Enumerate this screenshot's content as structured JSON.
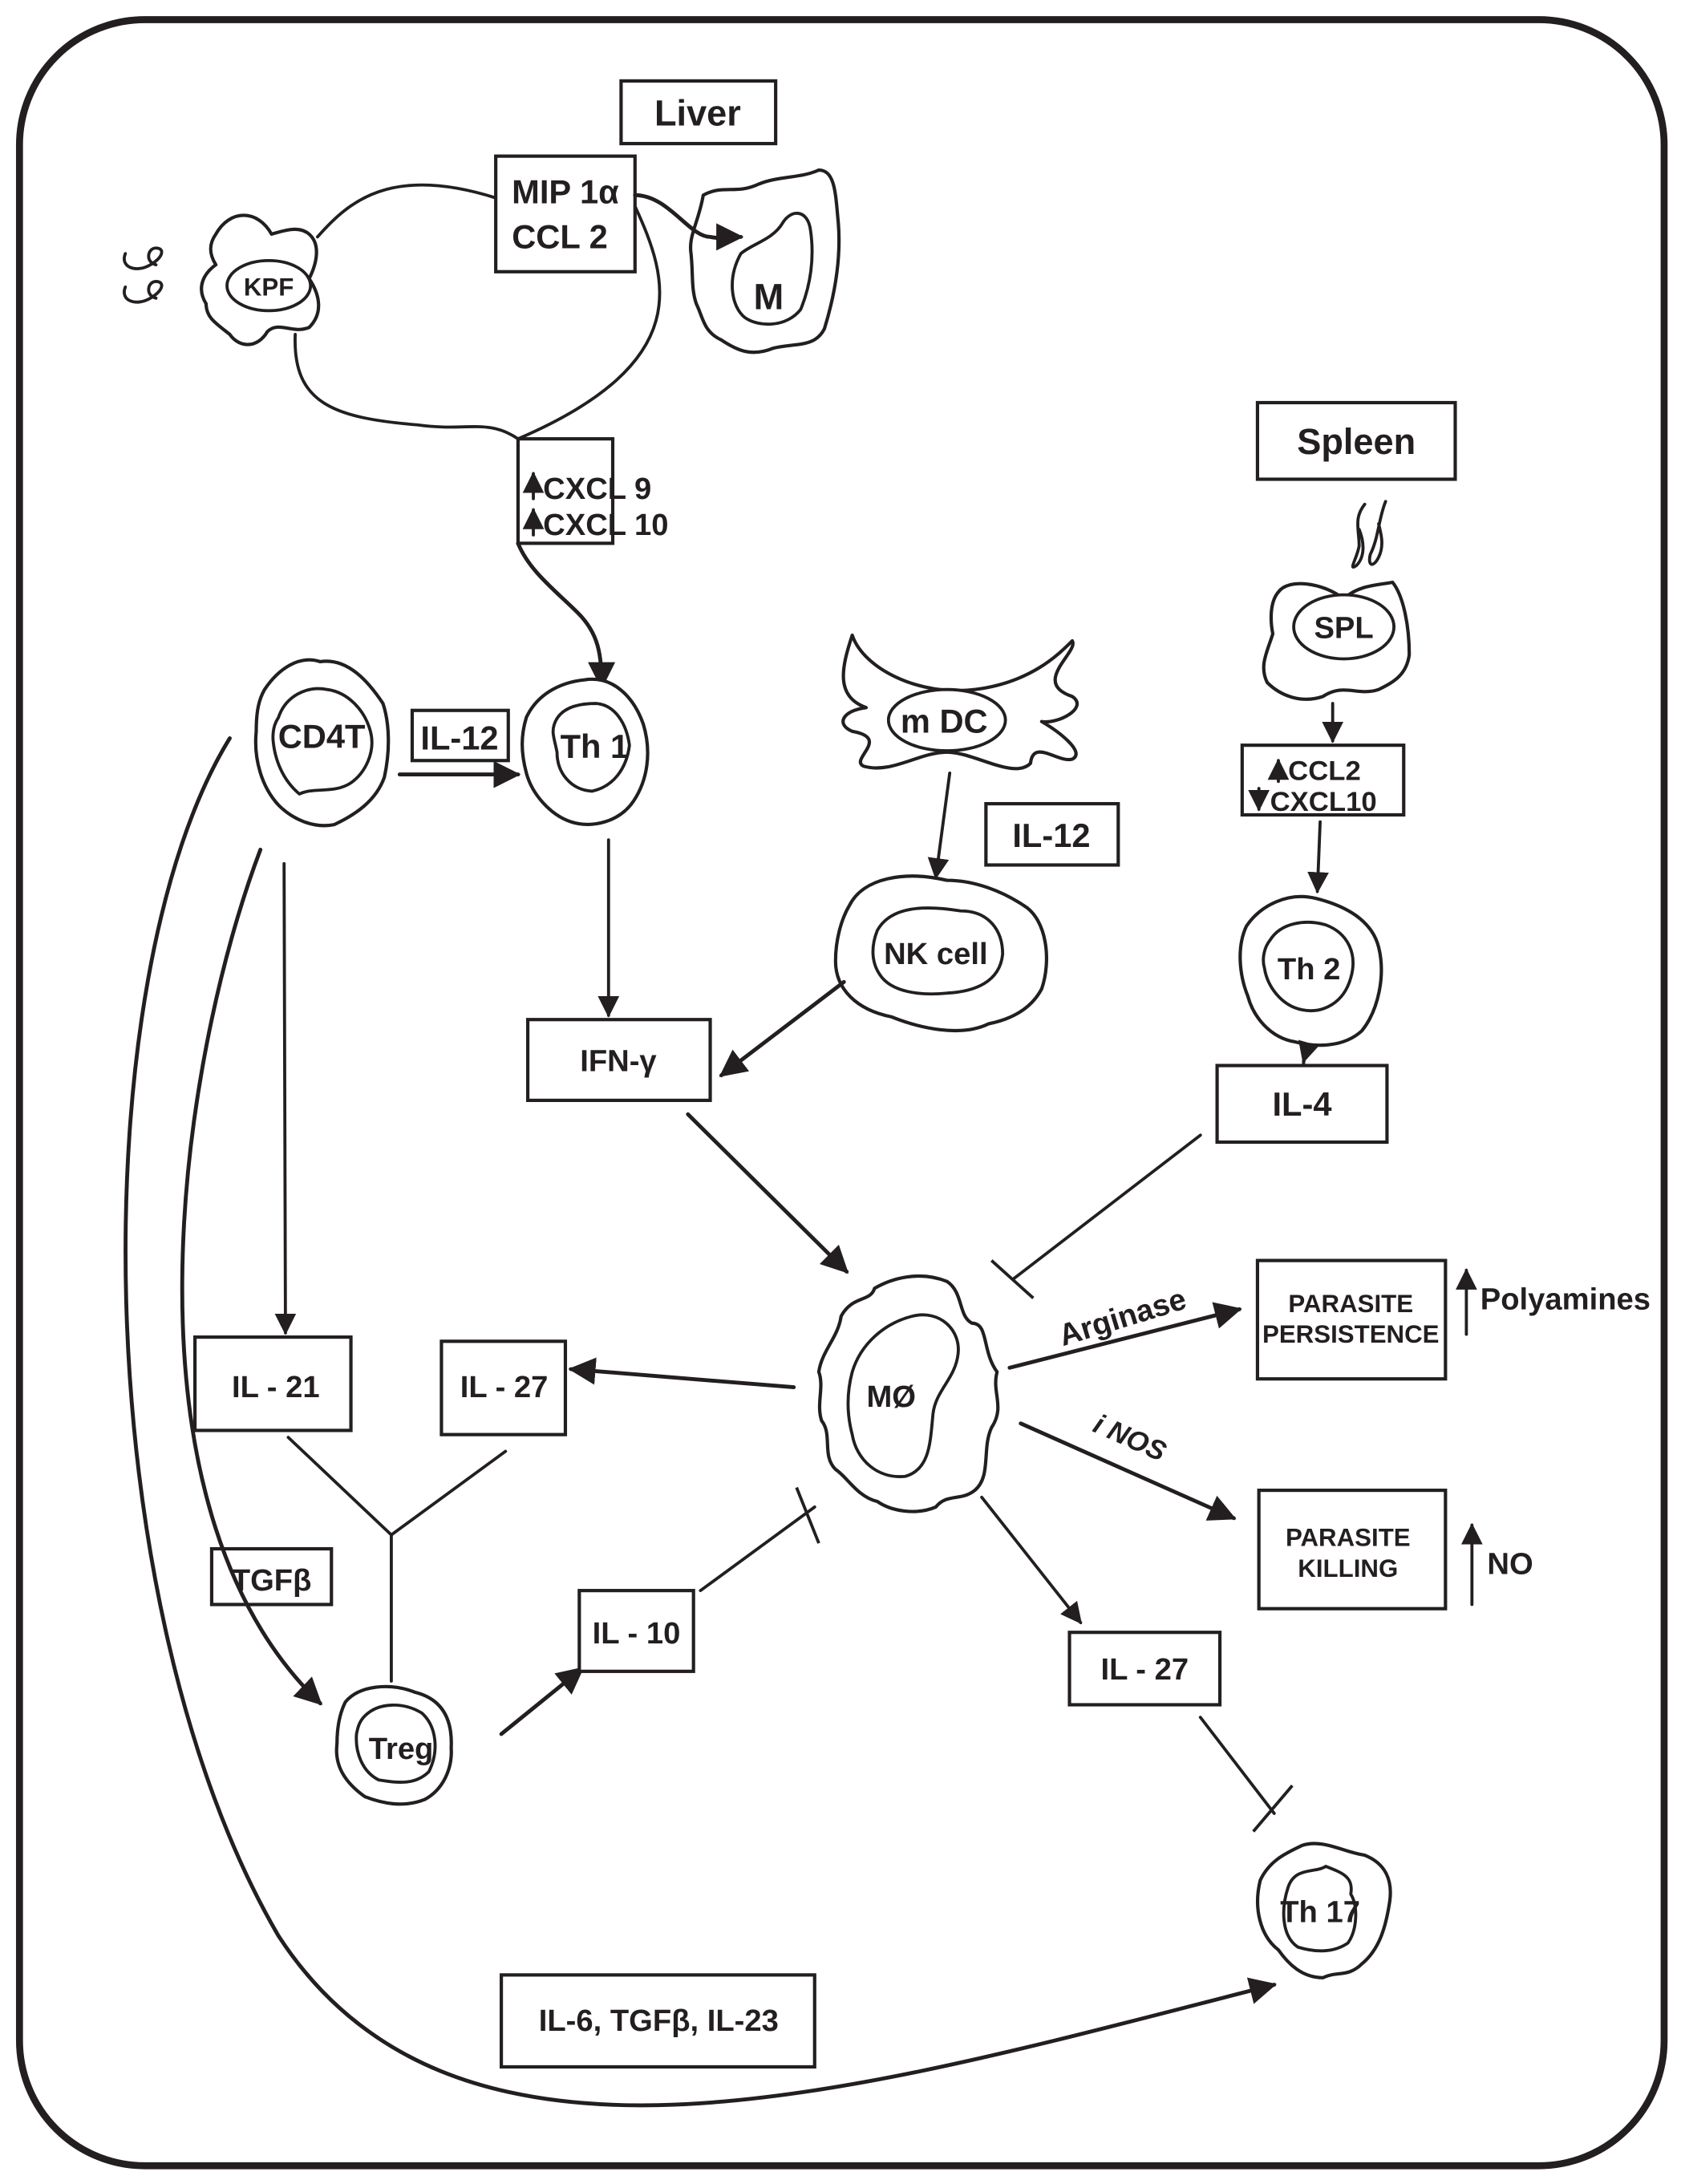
{
  "diagram": {
    "regions": {
      "liver": "Liver",
      "spleen": "Spleen"
    },
    "cells": {
      "kpf": "KPF",
      "m": "M",
      "spl": "SPL",
      "cd4t": "CD4T",
      "th1": "Th 1",
      "mdc": "m DC",
      "nk": "NK cell",
      "th2": "Th 2",
      "macrophage": "MØ",
      "treg": "Treg",
      "th17": "Th 17"
    },
    "boxes": {
      "mip_line1": "MIP 1α",
      "mip_line2": "CCL 2",
      "cxcl_line1": "CXCL 9",
      "cxcl_line2": "CXCL 10",
      "il12_cd4": "IL-12",
      "il12_nk": "IL-12",
      "ccl2_line1": "CCL2",
      "ccl2_line2": "CXCL10",
      "ifn": "IFN-γ",
      "il4": "IL-4",
      "persistence_line1": "PARASITE",
      "persistence_line2": "PERSISTENCE",
      "killing_line1": "PARASITE",
      "killing_line2": "KILLING",
      "il21": "IL - 21",
      "il27_left": "IL - 27",
      "tgfb": "TGFβ",
      "il10": "IL - 10",
      "il27_right": "IL - 27",
      "il6": "IL-6, TGFβ, IL-23"
    },
    "edge_labels": {
      "arginase": "Arginase",
      "inos": "i NOS",
      "polyamines": "Polyamines",
      "no": "NO"
    },
    "indicators": {
      "cxcl9": "up",
      "cxcl10": "up",
      "ccl2": "up",
      "spleen_cxcl10": "down",
      "polyamines": "up",
      "no": "up"
    }
  }
}
